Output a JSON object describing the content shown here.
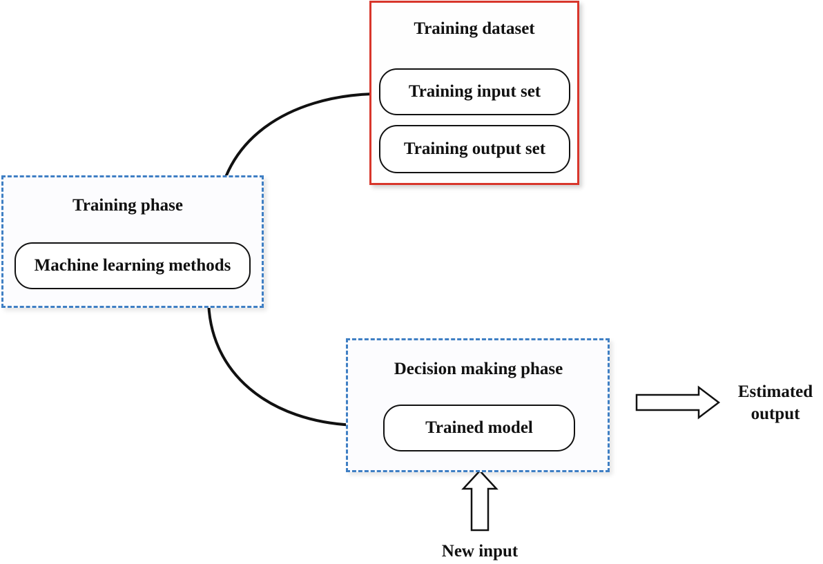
{
  "training_dataset": {
    "title": "Training dataset",
    "input_set": "Training input set",
    "output_set": "Training output set"
  },
  "training_phase": {
    "title": "Training phase",
    "method": "Machine learning methods"
  },
  "decision_phase": {
    "title": "Decision making phase",
    "model": "Trained model"
  },
  "estimated_output": {
    "line1": "Estimated",
    "line2": "output"
  },
  "new_input": "New input",
  "colors": {
    "dataset_border": "#d8362b",
    "phase_border": "#3f7fc4",
    "arrow": "#111111"
  }
}
